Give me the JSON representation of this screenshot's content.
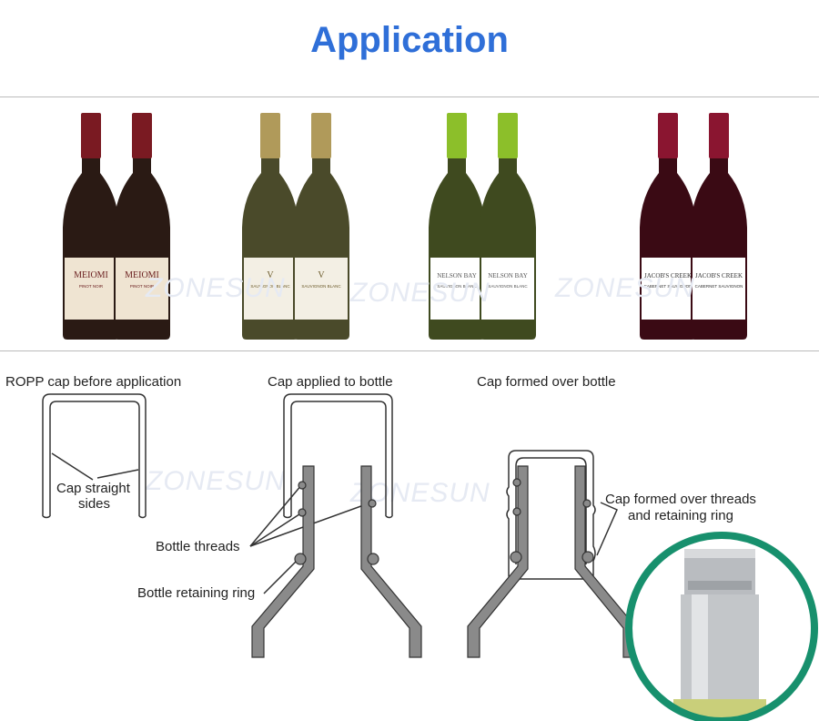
{
  "header": {
    "title": "Application"
  },
  "colors": {
    "accent": "#2f6fd8",
    "circle": "#17906d",
    "bottle_gray": "#8a8a8a"
  },
  "watermark": "ZONESUN",
  "products": [
    {
      "name": "MEIOMI",
      "sub": "PINOT NOIR",
      "glass": "#2a1a14",
      "capsule": "#7a1a22",
      "label": "#efe4d2",
      "labelText": "#6b2020"
    },
    {
      "name": "V",
      "sub": "SAUVIGNON BLANC",
      "glass": "#4a4a2a",
      "capsule": "#b09a5a",
      "label": "#f3efe4",
      "labelText": "#6b5a2a"
    },
    {
      "name": "NELSON BAY",
      "sub": "SAUVIGNON BLANC",
      "glass": "#3f4a1f",
      "capsule": "#8cbf2a",
      "label": "#ffffff",
      "labelText": "#555"
    },
    {
      "name": "JACOB'S CREEK",
      "sub": "CABERNET SAUVIGNON",
      "glass": "#3a0a14",
      "capsule": "#8a1530",
      "label": "#ffffff",
      "labelText": "#333"
    }
  ],
  "diagram": {
    "cap_before": "ROPP cap before application",
    "cap_applied": "Cap applied to bottle",
    "cap_formed": "Cap formed over bottle",
    "straight_sides_1": "Cap straight",
    "straight_sides_2": "sides",
    "threads": "Bottle threads",
    "retaining_ring": "Bottle retaining ring",
    "formed_threads_1": "Cap formed over threads",
    "formed_threads_2": "and retaining ring"
  }
}
